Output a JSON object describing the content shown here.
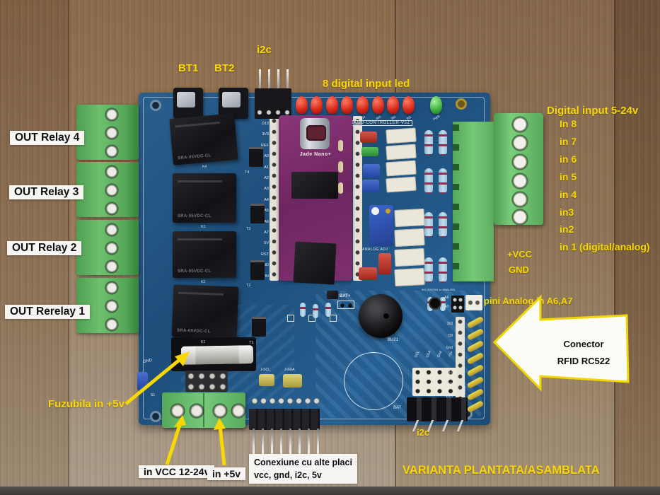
{
  "ann": {
    "bt1": "BT1",
    "bt2": "BT2",
    "i2c_top": "i2c",
    "led_row": "8 digital input led",
    "digital_input_title": "Digital input 5-24v",
    "inputs": [
      "In 8",
      "in 7",
      "in 6",
      "in 5",
      "in 4",
      "in3",
      "in2",
      "in 1 (digital/analog)"
    ],
    "vcc": "+VCC",
    "gnd": "GND",
    "pini_analog": "pini Analog in A6,A7",
    "rfid_conector": "Conector",
    "rfid_model": "RFID RC522",
    "out_relays": [
      "OUT Relay 4",
      "OUT Relay 3",
      "OUT Relay 2",
      "OUT Rerelay 1"
    ],
    "fuse": "Fuzubila in +5v",
    "in_vcc": "in VCC 12-24v",
    "in_5v": "in +5v",
    "conexiune1": "Conexiune cu alte placi",
    "conexiune2": "vcc, gnd, i2c, 5v",
    "i2c_bottom": "i2c",
    "variant": "VARIANTA PLANTATA/ASAMBLATA"
  },
  "board": {
    "title": "NANO-CONTROLLER-V5Z",
    "nano": "Jade Nano+",
    "led_labels": [
      "IN8",
      "IN7",
      "IN6",
      "IN5",
      "IN4",
      "IN3",
      "IN2",
      "IN1"
    ],
    "pwr": "PWR",
    "relay_text": "SRA-05VDC-CL",
    "relay_refs": [
      "K4",
      "K3",
      "K2",
      "K1"
    ],
    "transistors": [
      "T4",
      "T3",
      "T2",
      "T1"
    ],
    "nano_pins_left": "D13\n3V3\nREF\nA0\nA1\nA2\nA3\nA4\nA5\nA6\nA7\n5V\nRST\nGND\nVIN",
    "analog_adj": "ANALOG ADJ",
    "bat_plus": "BAT+",
    "buzzer": "BU21",
    "bat": "BAT",
    "jscl": "J-SCL",
    "jsda": "J-SDA",
    "a6": "A6",
    "a7": "A7",
    "rfid_header": "RFID-MFRC522",
    "rfid_pins_text": "3v3\nD9\nGnd\n\nD12\nD11\nD13\nD10",
    "i2c_grid": [
      "SCL",
      "SDA",
      "Gnd",
      "+5v"
    ],
    "gnd_silk": "GND",
    "s1": "S1",
    "in1_note": "IN1 (DIGITAL or ANALOG)"
  },
  "colors": {
    "annotation_yellow": "#f8d702",
    "label_bg": "#f7f5f1",
    "pcb_blue": "#1f567f",
    "terminal_green": "#64b964",
    "nano_purple": "#7b2f6b",
    "led_red": "#e03226",
    "pwr_green": "#4fc34f"
  }
}
